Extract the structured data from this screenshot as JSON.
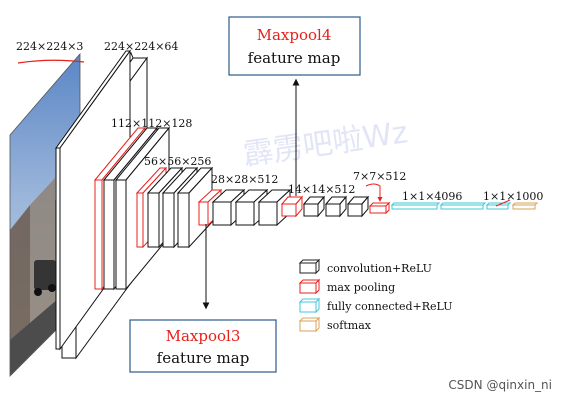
{
  "dims": {
    "input": "224×224×3",
    "conv1": "224×224×64",
    "conv2": "112×112×128",
    "conv3": "56×56×256",
    "conv4": "28×28×512",
    "conv5": "14×14×512",
    "pool5": "7×7×512",
    "fc1": "1×1×4096",
    "fc3": "1×1×1000"
  },
  "callouts": {
    "pool4": {
      "title": "Maxpool4",
      "subtitle": "feature map"
    },
    "pool3": {
      "title": "Maxpool3",
      "subtitle": "feature map"
    }
  },
  "legend": [
    {
      "label": "convolution+ReLU",
      "icon": "cube-black-icon",
      "color": "#222222"
    },
    {
      "label": "max pooling",
      "icon": "cube-red-icon",
      "color": "#e8201b"
    },
    {
      "label": "fully connected+ReLU",
      "icon": "cube-cyan-icon",
      "color": "#3fc7d9"
    },
    {
      "label": "softmax",
      "icon": "cube-orange-icon",
      "color": "#d9a35a"
    }
  ],
  "watermark": "霹雳吧啦Wz",
  "credit": "CSDN @qinxin_ni",
  "colors": {
    "conv": "#222222",
    "pool": "#e8201b",
    "fc": "#3fc7d9",
    "softmax": "#d9a35a",
    "callout_border": "#2b5a8a",
    "callout_title": "#e8201b"
  }
}
